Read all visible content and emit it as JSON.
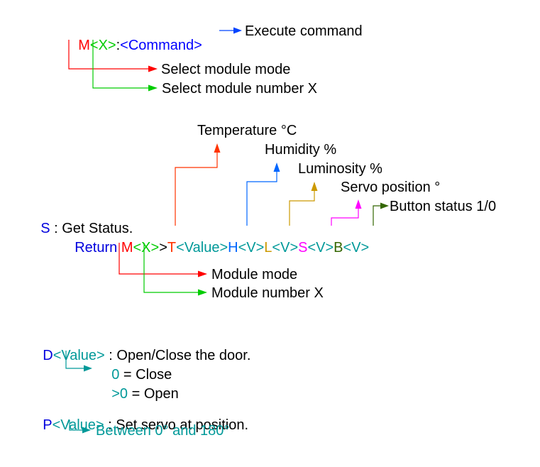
{
  "colors": {
    "red": "#ff0000",
    "green": "#00cc00",
    "blue": "#0000ff",
    "dark_blue": "#0000dd",
    "teal": "#009999",
    "orange_red": "#ff3300",
    "sky_blue": "#0066ff",
    "gold": "#cc9900",
    "magenta": "#ff00ff",
    "olive": "#336600",
    "black": "#000000"
  },
  "command": {
    "m": "M",
    "x": "<X>",
    "colon": ":",
    "cmd": "<Command>",
    "execute": "Execute command",
    "select_mode": "Select module mode",
    "select_number": "Select module number X"
  },
  "status": {
    "s": "S",
    "get_status": " : Get Status.",
    "return": "Return ",
    "m": "M",
    "x": "<X>",
    "gt": ">",
    "t": "T",
    "value": "<Value>",
    "h": "H",
    "v1": "<V>",
    "l": "L",
    "v2": "<V>",
    "s2": "S",
    "v3": "<V>",
    "b": "B",
    "v4": "<V>",
    "temperature": "Temperature °C",
    "humidity": "Humidity %",
    "luminosity": "Luminosity %",
    "servo": "Servo position °",
    "button": "Button status 1/0",
    "module_mode": "Module mode",
    "module_number": "Module number X"
  },
  "door": {
    "d": "D",
    "value": "<Value>",
    "desc": " : Open/Close the door.",
    "zero": "0",
    "close": " = Close",
    "gt0": ">0",
    "open": " = Open"
  },
  "servo": {
    "p": "P",
    "value": "<Value>",
    "desc": " : Set servo at position.",
    "range": "Between 0° and 180°"
  }
}
